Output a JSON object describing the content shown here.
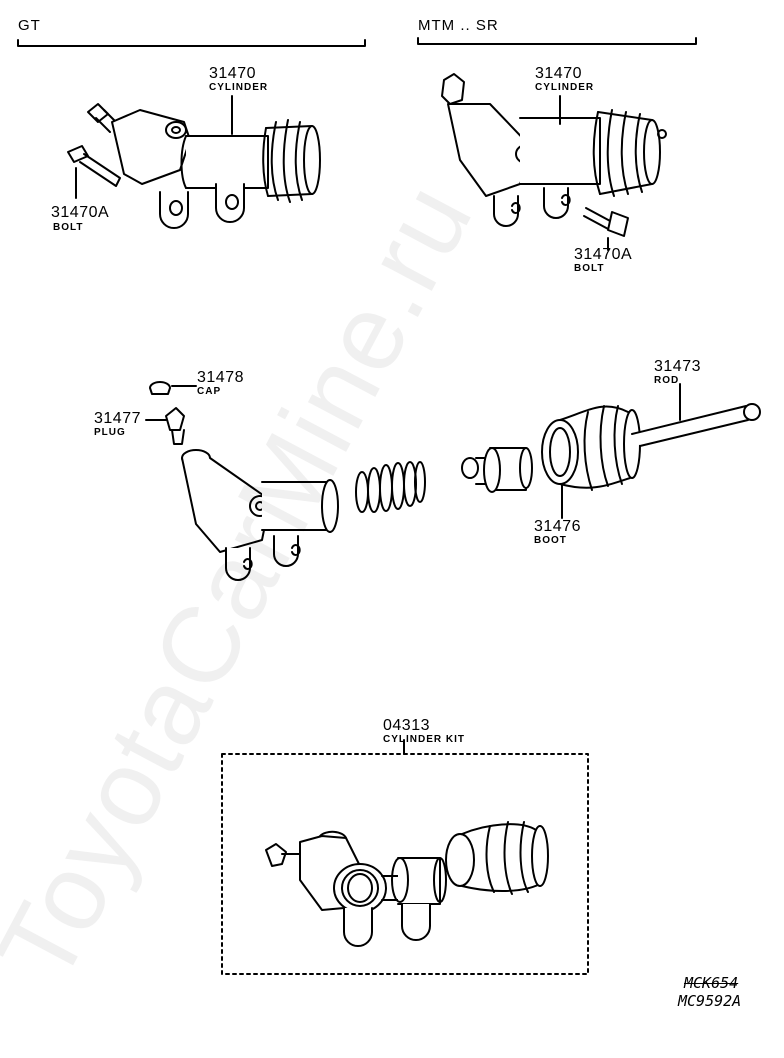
{
  "sections": {
    "gt": "GT",
    "mtm_sr": "MTM .. SR"
  },
  "parts": {
    "gt_cylinder": {
      "number": "31470",
      "name": "CYLINDER"
    },
    "gt_bolt": {
      "number": "31470A",
      "name": "BOLT"
    },
    "mtm_cylinder": {
      "number": "31470",
      "name": "CYLINDER"
    },
    "mtm_bolt": {
      "number": "31470A",
      "name": "BOLT"
    },
    "cap": {
      "number": "31478",
      "name": "CAP"
    },
    "plug": {
      "number": "31477",
      "name": "PLUG"
    },
    "rod": {
      "number": "31473",
      "name": "ROD"
    },
    "boot": {
      "number": "31476",
      "name": "BOOT"
    },
    "kit": {
      "number": "04313",
      "name": "CYLINDER KIT"
    }
  },
  "codes": {
    "old": "MCK654",
    "current": "MC9592A"
  },
  "watermark": "ToyotaCarMine.ru"
}
